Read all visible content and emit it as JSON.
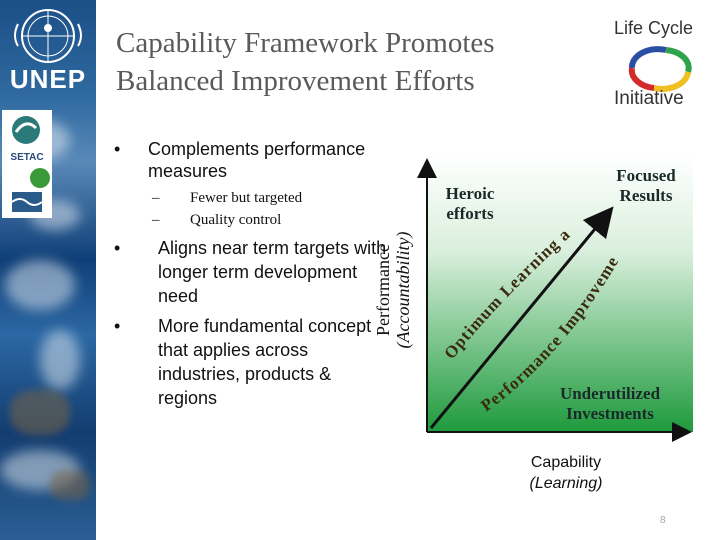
{
  "org": {
    "unep": "UNEP"
  },
  "header": {
    "title_line1": "Capability Framework Promotes",
    "title_line2": "Balanced Improvement Efforts"
  },
  "logo": {
    "line1": "Life Cycle",
    "line2": "Initiative"
  },
  "bullets": {
    "b1": "Complements performance measures",
    "sub1": "Fewer but targeted",
    "sub2": "Quality control",
    "b2": "Aligns near term targets with longer term development need",
    "b3": "More fundamental concept that applies across industries, products & regions",
    "bullet_char": "•",
    "dash_char": "–"
  },
  "chart_data": {
    "type": "diagram",
    "ylabel": "Performance",
    "ylabel_sub": "(Accountability)",
    "xlabel": "Capability",
    "xlabel_sub": "(Learning)",
    "quadrants": {
      "top_left": "Heroic efforts",
      "top_right": "Focused Results",
      "bottom_right": "Underutilized Investments"
    },
    "arc_labels": [
      "Optimum Learning and",
      "Performance Improvement"
    ],
    "colors": {
      "fill_top": "#ffffff",
      "fill_bottom": "#1e9a3c",
      "arrow": "#111111"
    }
  },
  "page_number": "8"
}
